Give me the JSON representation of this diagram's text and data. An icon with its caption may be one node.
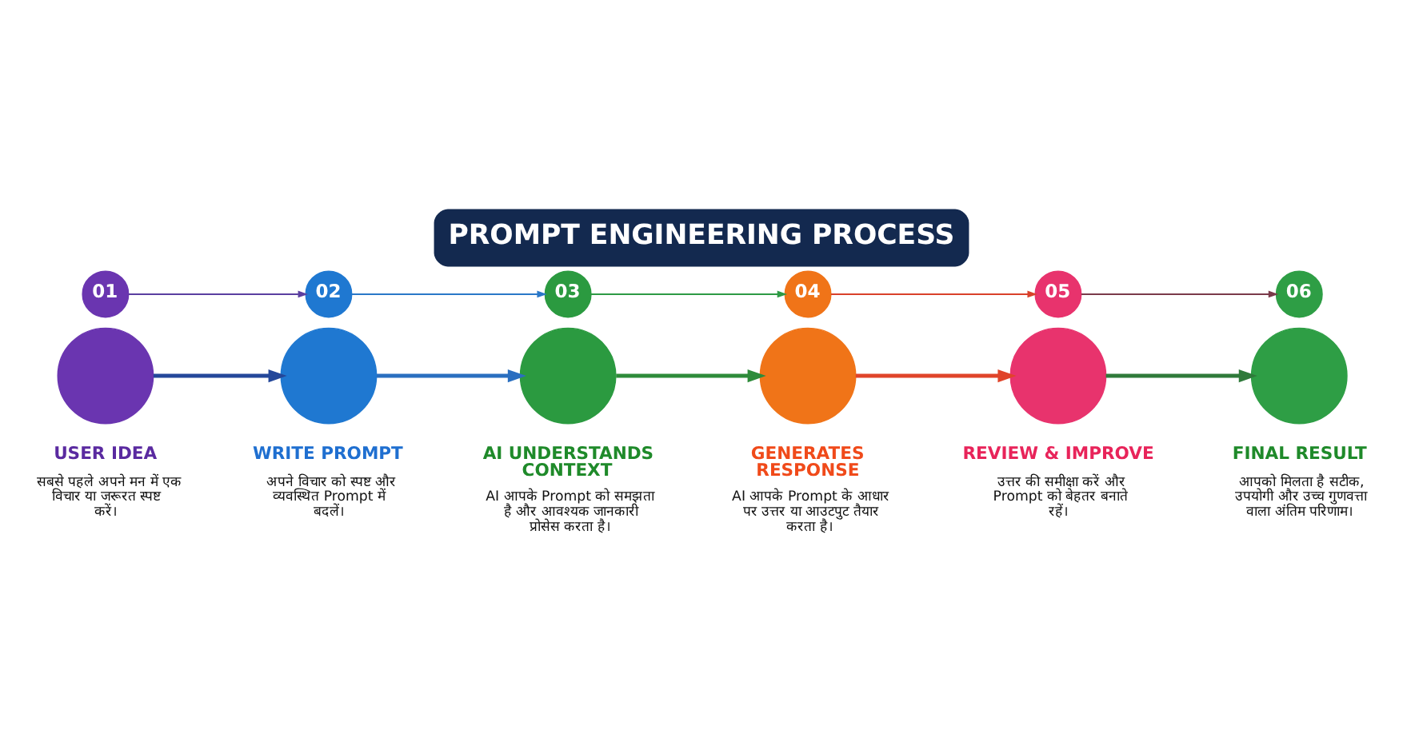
{
  "diagram": {
    "title": "PROMPT ENGINEERING PROCESS",
    "nodes": [
      {
        "text": [
          "01"
        ]
      },
      {
        "text": [
          "02"
        ]
      },
      {
        "text": [
          "03"
        ]
      },
      {
        "text": [
          "04"
        ]
      },
      {
        "text": [
          "05"
        ]
      },
      {
        "text": [
          "06"
        ]
      },
      {
        "text": [],
        "shape": "circle",
        "beside": [
          "USER IDEA",
          "सबसे पहले अपने मन में एक विचार या जरूरत स्पष्ट करें।"
        ]
      },
      {
        "text": [],
        "shape": "circle",
        "beside": [
          "WRITE PROMPT",
          "अपने विचार को स्पष्ट और व्यवस्थित Prompt में बदलें।"
        ]
      },
      {
        "text": [],
        "shape": "circle",
        "beside": [
          "AI UNDERSTANDS CONTEXT",
          "AI आपके Prompt को समझता है और आवश्यक जानकारी प्रोसेस करता है।"
        ]
      },
      {
        "text": [],
        "shape": "circle",
        "beside": [
          "GENERATES RESPONSE",
          "AI आपके Prompt के आधार पर उत्तर या आउटपुट तैयार करता है।"
        ]
      },
      {
        "text": [],
        "shape": "circle",
        "beside": [
          "REVIEW & IMPROVE",
          "उत्तर की समीक्षा करें और Prompt को बेहतर बनाते रहें।"
        ]
      },
      {
        "text": [],
        "shape": "circle",
        "beside": [
          "FINAL RESULT",
          "आपको मिलता है सटीक, उपयोगी और उच्च गुणवत्ता वाला अंतिम परिणाम।"
        ]
      }
    ],
    "edges": [
      {
        "from": 0,
        "to": 1,
        "arrow": "to",
        "color": "#5b3fa0"
      },
      {
        "from": 1,
        "to": 2,
        "arrow": "to",
        "color": "#2a78c8"
      },
      {
        "from": 2,
        "to": 3,
        "arrow": "to",
        "color": "#2e9a45"
      },
      {
        "from": 3,
        "to": 4,
        "arrow": "to",
        "color": "#d9412b"
      },
      {
        "from": 4,
        "to": 5,
        "arrow": "to",
        "color": "#7a3a4a"
      },
      {
        "from": 6,
        "to": 7,
        "arrow": "to",
        "style": "thick",
        "color": "#24479a"
      },
      {
        "from": 7,
        "to": 8,
        "arrow": "to",
        "style": "thick",
        "color": "#2a6fc0"
      },
      {
        "from": 8,
        "to": 9,
        "arrow": "to",
        "style": "thick",
        "color": "#2e8b3a"
      },
      {
        "from": 9,
        "to": 10,
        "arrow": "to",
        "style": "thick",
        "color": "#e0442a"
      },
      {
        "from": 10,
        "to": 11,
        "arrow": "to",
        "style": "thick",
        "color": "#2f7a3a"
      }
    ]
  }
}
